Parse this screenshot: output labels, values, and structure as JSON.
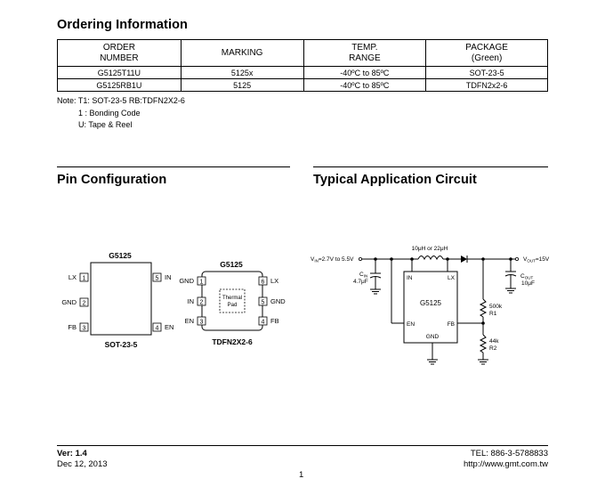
{
  "ordering": {
    "title": "Ordering Information",
    "headers": [
      [
        "ORDER",
        "NUMBER"
      ],
      [
        "MARKING"
      ],
      [
        "TEMP.",
        "RANGE"
      ],
      [
        "PACKAGE",
        "(Green)"
      ]
    ],
    "rows": [
      [
        "G5125T11U",
        "5125x",
        "-40ºC to 85ºC",
        "SOT-23-5"
      ],
      [
        "G5125RB1U",
        "5125",
        "-40ºC to 85ºC",
        "TDFN2x2-6"
      ]
    ],
    "notes": [
      "Note: T1: SOT-23-5    RB:TDFN2X2-6",
      "1 : Bonding Code",
      "U: Tape & Reel"
    ]
  },
  "pin_config": {
    "title": "Pin Configuration",
    "sot": {
      "chip": "G5125",
      "package": "SOT-23-5",
      "left_pins": [
        {
          "num": "1",
          "name": "LX"
        },
        {
          "num": "2",
          "name": "GND"
        },
        {
          "num": "3",
          "name": "FB"
        }
      ],
      "right_pins": [
        {
          "num": "5",
          "name": "IN"
        },
        {
          "num": "4",
          "name": "EN"
        }
      ]
    },
    "tdfn": {
      "chip": "G5125",
      "package": "TDFN2X2-6",
      "pad_label": [
        "Thermal",
        "Pad"
      ],
      "left_pins": [
        {
          "num": "1",
          "name": "GND"
        },
        {
          "num": "2",
          "name": "IN"
        },
        {
          "num": "3",
          "name": "EN"
        }
      ],
      "right_pins": [
        {
          "num": "6",
          "name": "LX"
        },
        {
          "num": "5",
          "name": "GND"
        },
        {
          "num": "4",
          "name": "FB"
        }
      ]
    }
  },
  "app_circuit": {
    "title": "Typical Application Circuit",
    "vin": "V",
    "vin_sub": "IN",
    "vin_range": "=2.7V to 5.5V",
    "cin": "C",
    "cin_sub": "IN",
    "cin_val": "4.7μF",
    "inductor": "10μH or 22μH",
    "vout": "V",
    "vout_sub": "OUT",
    "vout_val": "=15V",
    "cout": "C",
    "cout_sub": "OUT",
    "cout_val": "10μF",
    "chip": "G5125",
    "pins": {
      "in": "IN",
      "lx": "LX",
      "en": "EN",
      "fb": "FB",
      "gnd": "GND"
    },
    "r1_val": "500k",
    "r1": "R1",
    "r2_val": "44k",
    "r2": "R2"
  },
  "footer": {
    "ver": "Ver: 1.4",
    "date": "Dec 12, 2013",
    "page": "1",
    "tel": "TEL: 886-3-5788833",
    "url": "http://www.gmt.com.tw"
  }
}
